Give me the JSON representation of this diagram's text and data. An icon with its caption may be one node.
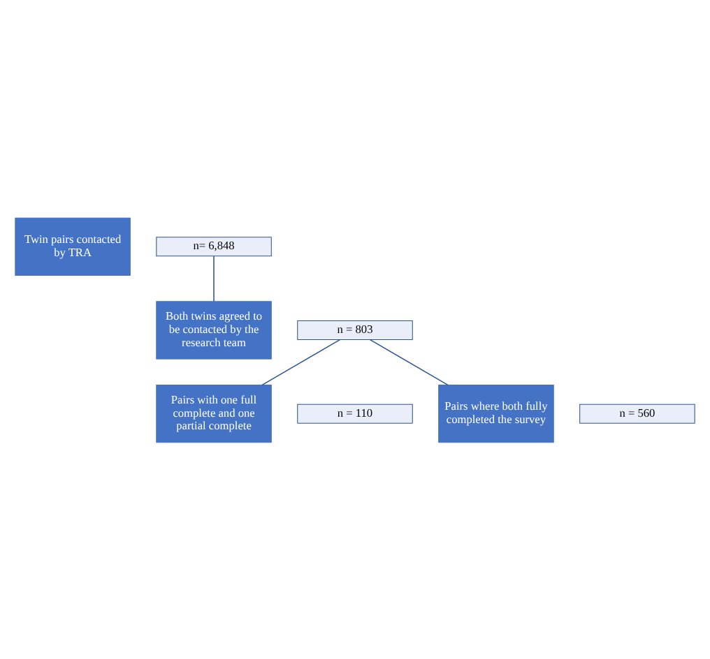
{
  "diagram": {
    "nodes": [
      {
        "text": [
          "Twin pairs contacted by TRA"
        ]
      },
      {
        "text": [
          "n= 6,848"
        ]
      },
      {
        "text": [
          "Both twins agreed to be contacted by the research team"
        ]
      },
      {
        "text": [
          "n = 803"
        ]
      },
      {
        "text": [
          "Pairs with one full complete and one partial complete"
        ]
      },
      {
        "text": [
          "n = 110"
        ]
      },
      {
        "text": [
          "Pairs where both fully completed the survey"
        ]
      },
      {
        "text": [
          "n = 560"
        ]
      }
    ],
    "edges": [
      {
        "from": 1,
        "to": 2,
        "arrow": "none"
      },
      {
        "from": 3,
        "to": 4,
        "arrow": "none"
      },
      {
        "from": 3,
        "to": 6,
        "arrow": "none"
      }
    ]
  }
}
